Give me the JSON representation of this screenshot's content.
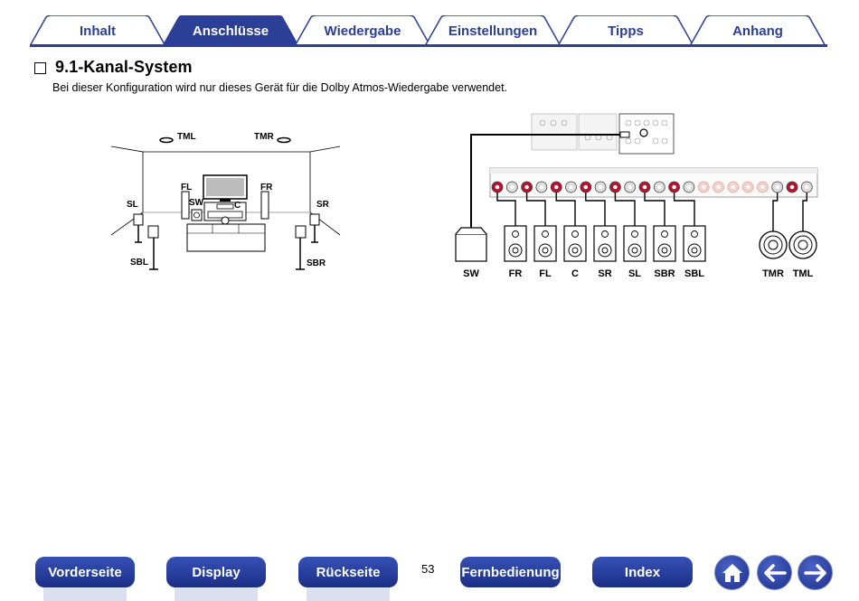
{
  "tabs": [
    {
      "label": "Inhalt",
      "active": false
    },
    {
      "label": "Anschlüsse",
      "active": true
    },
    {
      "label": "Wiedergabe",
      "active": false
    },
    {
      "label": "Einstellungen",
      "active": false
    },
    {
      "label": "Tipps",
      "active": false
    },
    {
      "label": "Anhang",
      "active": false
    }
  ],
  "section": {
    "title": "9.1-Kanal-System",
    "description": "Bei dieser Konfiguration wird nur dieses Gerät für die Dolby Atmos-Wiedergabe verwendet."
  },
  "room_diagram": {
    "labels": {
      "tml": "TML",
      "tmr": "TMR",
      "fl": "FL",
      "fr": "FR",
      "sw": "SW",
      "c": "C",
      "sl": "SL",
      "sr": "SR",
      "sbl": "SBL",
      "sbr": "SBR"
    }
  },
  "wiring_diagram": {
    "speakers": [
      "SW",
      "FR",
      "FL",
      "C",
      "SR",
      "SL",
      "SBR",
      "SBL",
      "TMR",
      "TML"
    ]
  },
  "footer": {
    "buttons": [
      "Vorderseite",
      "Display",
      "Rückseite",
      "Fernbedienung",
      "Index"
    ],
    "page_number": "53"
  },
  "colors": {
    "accent": "#2a3f95",
    "tab_active": "#2a3f95"
  }
}
